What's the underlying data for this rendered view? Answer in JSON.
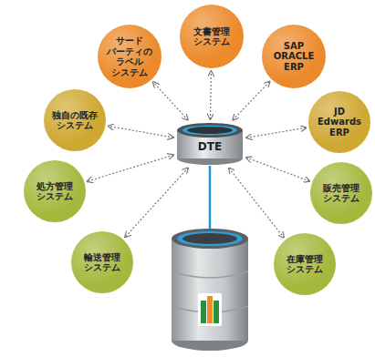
{
  "diagram": {
    "nodes": [
      {
        "text": [
          "文書管理 システム"
        ]
      },
      {
        "text": [
          "サード パーティの ラベル システム"
        ]
      },
      {
        "text": [
          "SAP ORACLE ERP"
        ]
      },
      {
        "text": [
          "独自の既存 システム"
        ]
      },
      {
        "text": [
          "JD Edwards ERP"
        ]
      },
      {
        "text": [
          "DTE"
        ]
      },
      {
        "text": [
          "処方管理 システム"
        ]
      },
      {
        "text": [
          "販売管理 システム"
        ]
      },
      {
        "text": [
          "輸送管理 システム"
        ]
      },
      {
        "text": [
          "在庫管理 システム"
        ]
      }
    ],
    "edges": [
      {
        "from": 5,
        "to": 0,
        "arrow": "both"
      },
      {
        "from": 5,
        "to": 1,
        "arrow": "both"
      },
      {
        "from": 5,
        "to": 2,
        "arrow": "both"
      },
      {
        "from": 5,
        "to": 3,
        "arrow": "both"
      },
      {
        "from": 5,
        "to": 4,
        "arrow": "both"
      },
      {
        "from": 5,
        "to": 6,
        "arrow": "both"
      },
      {
        "from": 5,
        "to": 7,
        "arrow": "both"
      },
      {
        "from": 5,
        "to": 8,
        "arrow": "both"
      },
      {
        "from": 5,
        "to": 9,
        "arrow": "both"
      }
    ]
  }
}
